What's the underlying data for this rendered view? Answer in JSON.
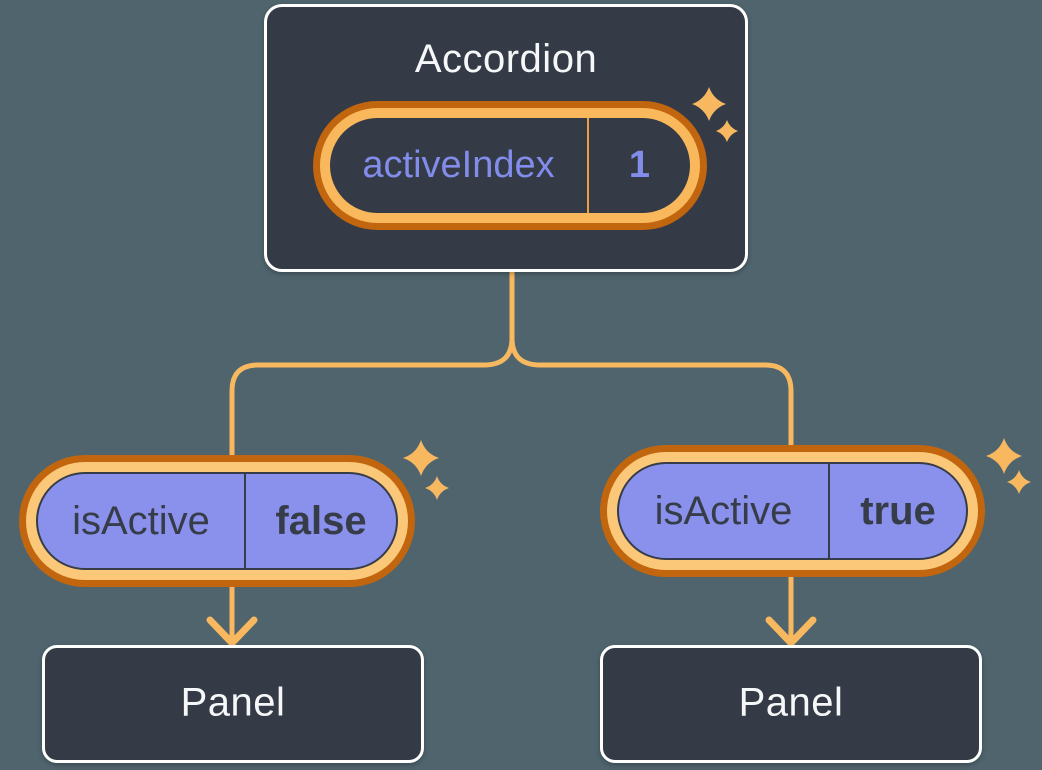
{
  "diagram": {
    "root": {
      "title": "Accordion",
      "state": {
        "name": "activeIndex",
        "value": "1"
      }
    },
    "children": [
      {
        "prop": {
          "name": "isActive",
          "value": "false"
        },
        "panel": {
          "title": "Panel"
        }
      },
      {
        "prop": {
          "name": "isActive",
          "value": "true"
        },
        "panel": {
          "title": "Panel"
        }
      }
    ]
  },
  "icons": {
    "sparkle": "four-point-star",
    "arrow": "chevron-down-arrowhead"
  },
  "colors": {
    "background": "#4F646D",
    "card_background": "#343A46",
    "card_border": "#FFFFFF",
    "card_text": "#F6F7F9",
    "pill_ring_outer": "#C1660E",
    "pill_ring_inner_state": "#F9B85C",
    "pill_ring_inner_prop": "#FBC778",
    "pill_fill_purple": "#8A91EC",
    "state_text_purple": "#828CEA",
    "prop_text_dark": "#363D49",
    "state_divider": "#ED9F40",
    "connector": "#F7B860",
    "sparkle": "#F7B860"
  }
}
